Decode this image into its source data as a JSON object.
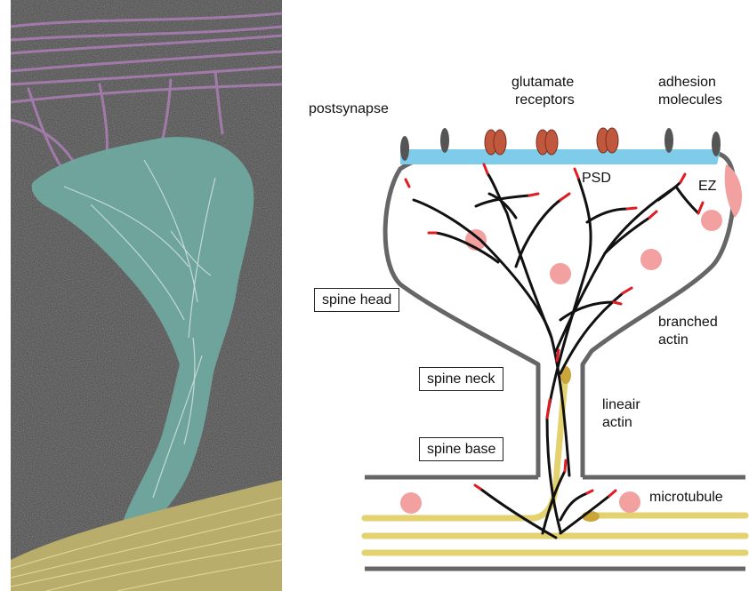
{
  "micrograph": {
    "colors": {
      "background": "#555555",
      "microtubule_pseudocolor": "#b8ad6a",
      "actin_pseudocolor": "#6fa89e",
      "dendrite_filaments": "#a27aaa"
    }
  },
  "diagram": {
    "labels": {
      "postsynapse": "postsynapse",
      "glutamate_receptors_line1": "glutamate",
      "glutamate_receptors_line2": "receptors",
      "adhesion_line1": "adhesion",
      "adhesion_line2": "molecules",
      "psd": "PSD",
      "ez": "EZ",
      "spine_head": "spine head",
      "branched_line1": "branched",
      "branched_line2": "actin",
      "spine_neck": "spine neck",
      "lineair_line1": "lineair",
      "lineair_line2": "actin",
      "spine_base": "spine base",
      "microtubule": "microtubule"
    },
    "colors": {
      "membrane": "#666666",
      "psd": "#7ecbea",
      "receptor": "#c0583d",
      "adhesion": "#555555",
      "actin": "#111111",
      "actin_barbed_end": "#e21b23",
      "vesicle": "#f2a0a0",
      "microtubule": "#e3d26f"
    }
  }
}
